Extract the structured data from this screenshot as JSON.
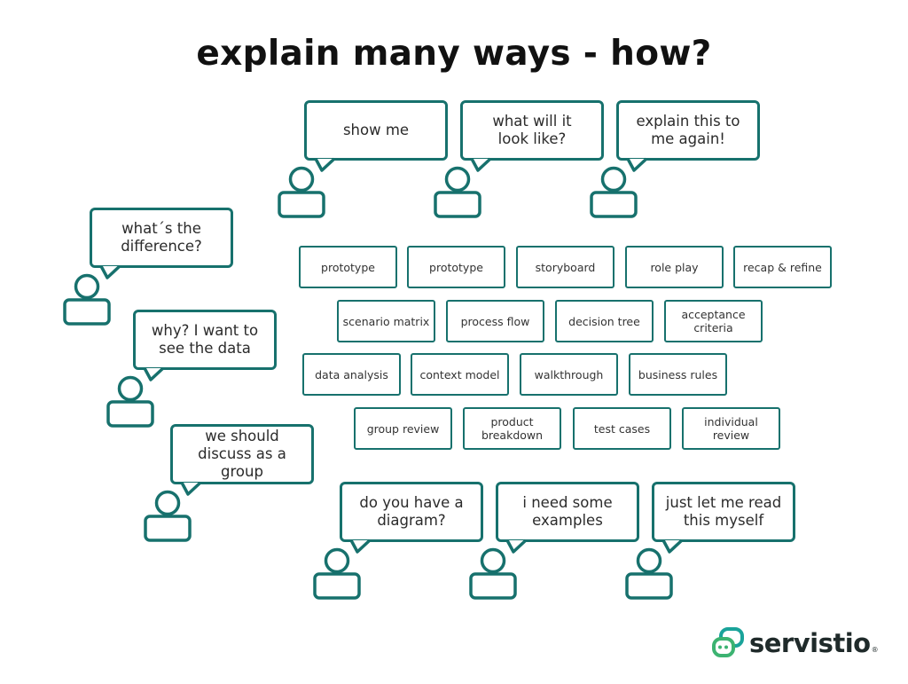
{
  "title": "explain many ways - how?",
  "colors": {
    "accent": "#17716d",
    "logo_teal": "#1aa39a",
    "logo_green": "#3cb371"
  },
  "bubbles": [
    {
      "text": "show me"
    },
    {
      "text": "what will it\nlook like?"
    },
    {
      "text": "explain this to\nme again!"
    },
    {
      "text": "what´s the\ndifference?"
    },
    {
      "text": "why? I want to\nsee the data"
    },
    {
      "text": "we should\ndiscuss as a group"
    },
    {
      "text": "do you have a\ndiagram?"
    },
    {
      "text": "i need some\nexamples"
    },
    {
      "text": "just let me read\nthis myself"
    }
  ],
  "methods": [
    "prototype",
    "prototype",
    "storyboard",
    "role play",
    "recap & refine",
    "scenario matrix",
    "process flow",
    "decision tree",
    "acceptance\ncriteria",
    "data analysis",
    "context model",
    "walkthrough",
    "business rules",
    "group review",
    "product\nbreakdown",
    "test cases",
    "individual\nreview"
  ],
  "logo": {
    "text": "servistio",
    "icon": "chat-bubbles-icon",
    "mark": "®"
  }
}
